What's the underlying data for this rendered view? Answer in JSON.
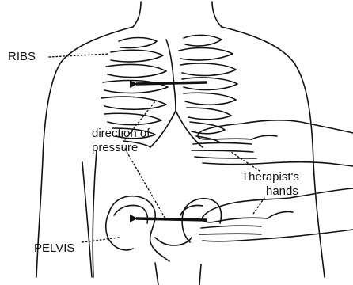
{
  "labels": {
    "ribs": "RIBS",
    "direction_line1": "direction of",
    "direction_line2": "pressure",
    "therapist_line1": "Therapist's",
    "therapist_line2": "hands",
    "pelvis": "PELVIS"
  },
  "colors": {
    "ink": "#111111",
    "background": "#ffffff"
  }
}
